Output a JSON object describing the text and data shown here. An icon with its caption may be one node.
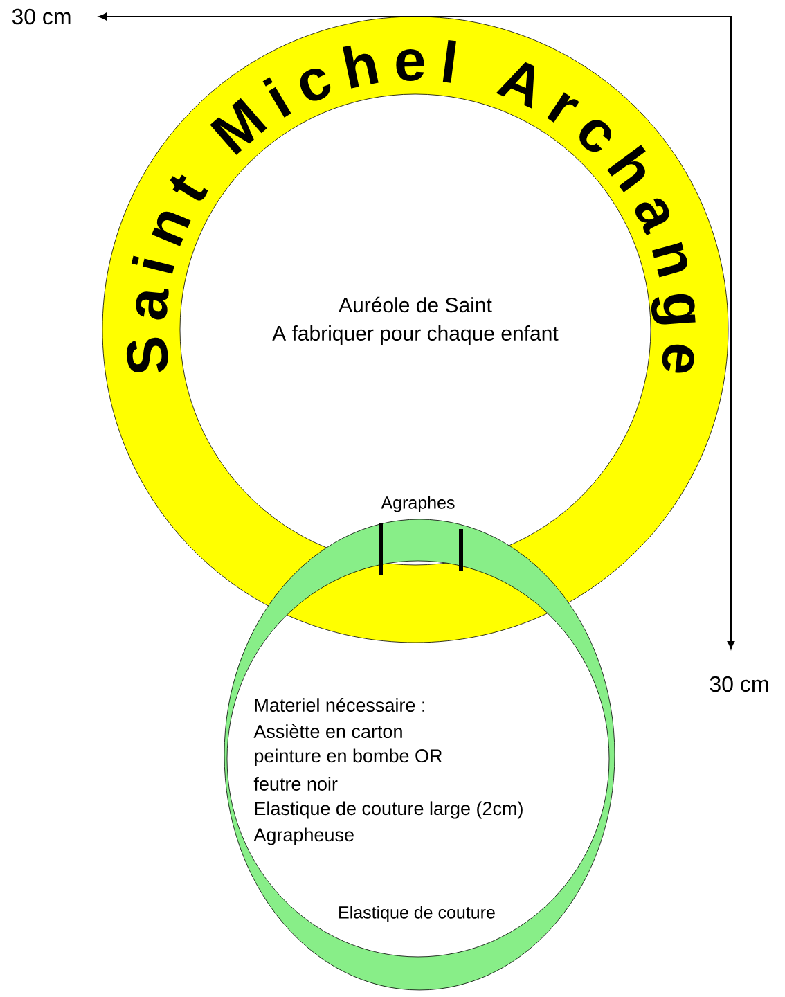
{
  "diagram": {
    "nodes": [
      {
        "text": [
          "Saint Michel Archange",
          "Auréole de Saint",
          "A fabriquer pour chaque enfant"
        ]
      },
      {
        "text": [
          "Materiel nécessaire :",
          "Assiètte en carton",
          "peinture en bombe OR",
          "feutre noir",
          "Elastique de couture large (2cm)",
          "Agrapheuse",
          "Elastique de couture"
        ]
      }
    ],
    "labels": [
      "30 cm",
      "Agraphes",
      "30 cm"
    ]
  }
}
